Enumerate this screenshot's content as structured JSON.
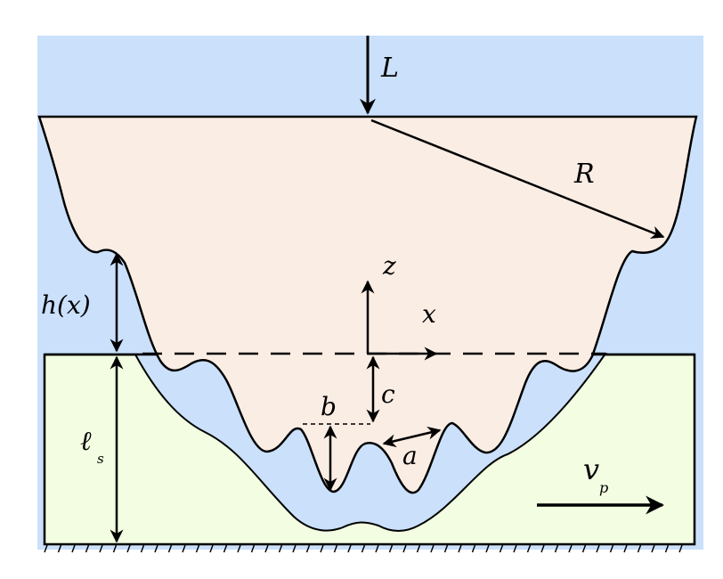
{
  "labels": {
    "load": "L",
    "radius": "R",
    "gap_height": "h(x)",
    "z_axis": "z",
    "x_axis": "x",
    "c": "c",
    "b": "b",
    "a": "a",
    "layer_thickness": "ℓ",
    "layer_thickness_sub": "s",
    "velocity": "v",
    "velocity_sub": "p"
  },
  "colors": {
    "fluid": "#cae0fb",
    "pad": "#faede4",
    "substrate": "#f2fde1",
    "stroke": "#000000"
  }
}
